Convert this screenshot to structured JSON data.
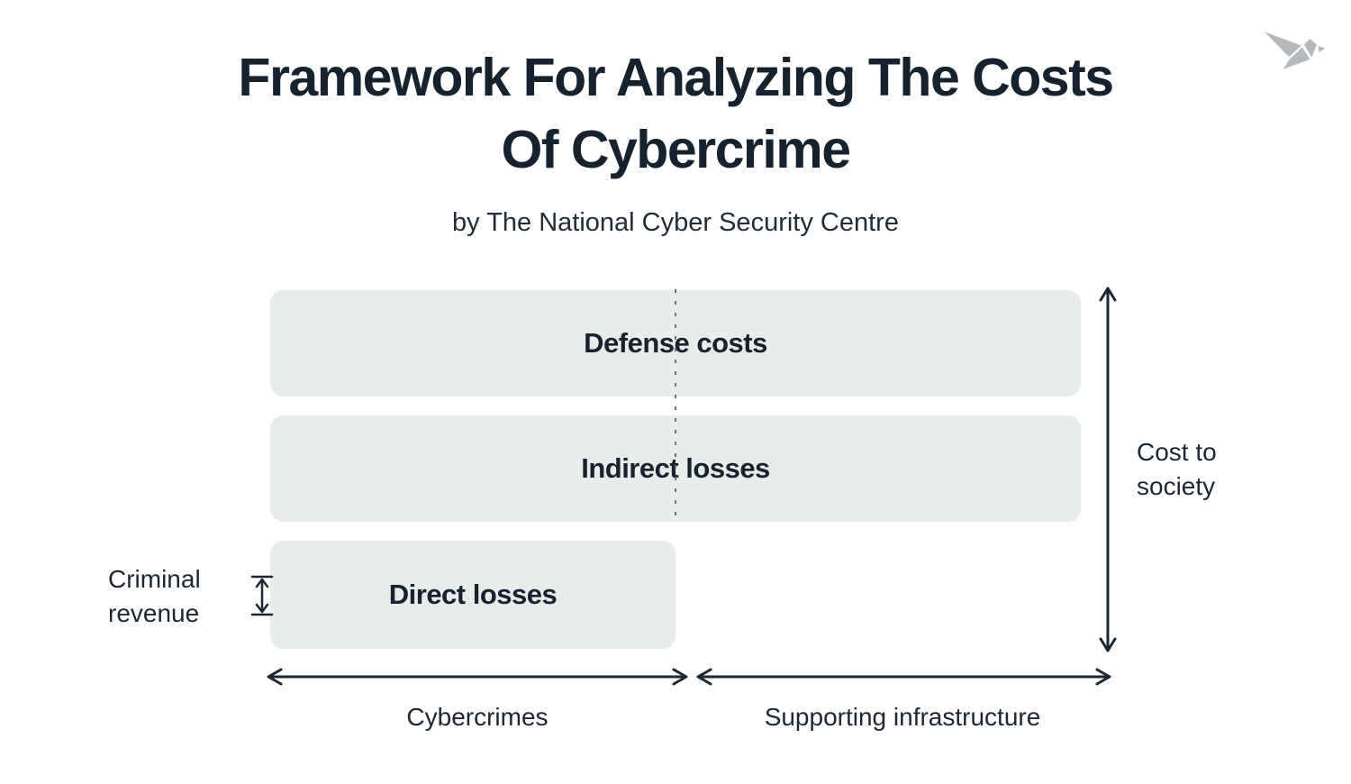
{
  "header": {
    "title_line1": "Framework For Analyzing The Costs",
    "title_line2": "Of Cybercrime",
    "subtitle": "by The National Cyber Security Centre"
  },
  "logo": {
    "icon": "origami-bird",
    "color": "#b5b9bc"
  },
  "diagram": {
    "boxes": [
      {
        "label": "Defense costs"
      },
      {
        "label": "Indirect losses"
      },
      {
        "label": "Direct losses"
      }
    ],
    "side_labels": {
      "criminal_revenue": "Criminal revenue",
      "cost_to_society": "Cost to society"
    },
    "axis_labels": {
      "left": "Cybercrimes",
      "right": "Supporting infrastructure"
    },
    "colors": {
      "box_fill": "#e7edeb",
      "text_dark": "#16222e",
      "arrow": "#1d2733",
      "dashed_divider": "#6a7075"
    }
  }
}
